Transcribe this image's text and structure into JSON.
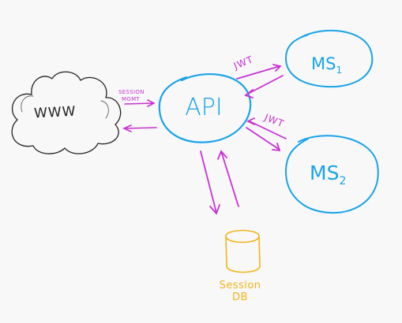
{
  "colors": {
    "background": "#f8f8f8",
    "cloud": "#222222",
    "service": "#1aa3e8",
    "arrow": "#c832d2",
    "database": "#f2b419"
  },
  "nodes": {
    "www": {
      "label": "WWW",
      "shape": "cloud"
    },
    "api": {
      "label": "API",
      "shape": "ellipse"
    },
    "ms1": {
      "label": "MS",
      "subscript": "1",
      "shape": "ellipse"
    },
    "ms2": {
      "label": "MS",
      "subscript": "2",
      "shape": "ellipse"
    },
    "session_db": {
      "label_line1": "Session",
      "label_line2": "DB",
      "shape": "cylinder"
    }
  },
  "edges": {
    "www_api": {
      "label_line1": "SESSION",
      "label_line2": "MGMT"
    },
    "api_ms1": {
      "label": "JWT"
    },
    "api_ms2": {
      "label": "JWT"
    }
  }
}
